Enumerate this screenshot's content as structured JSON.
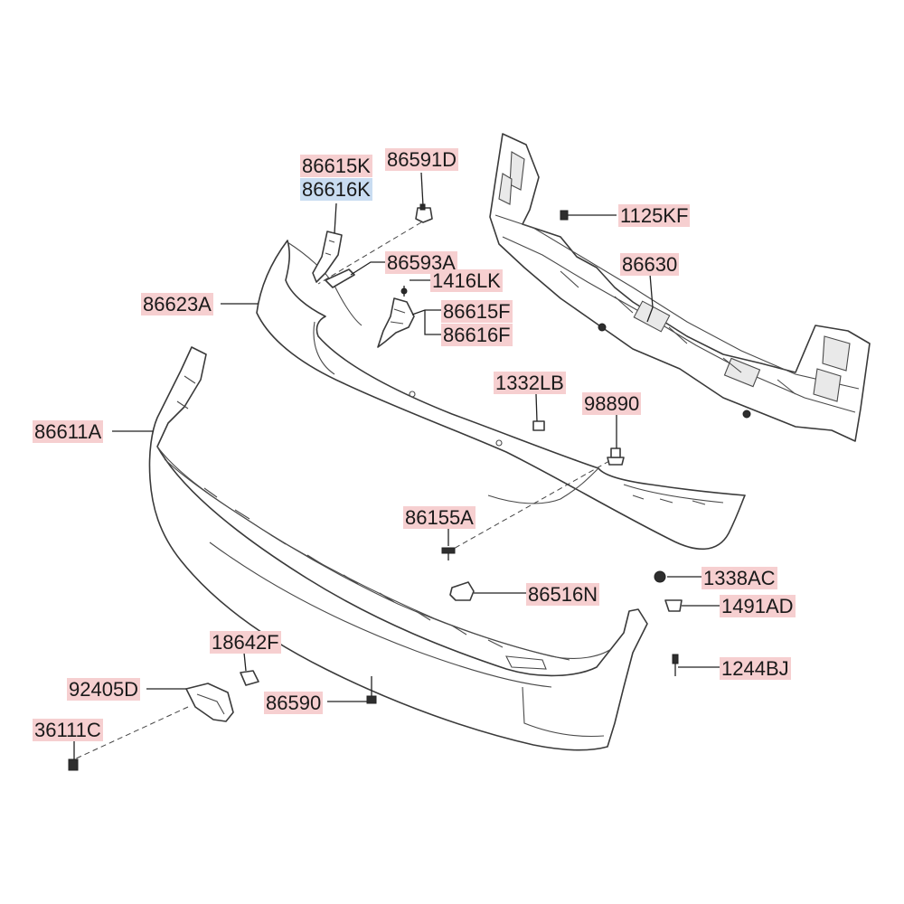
{
  "labels": {
    "p86615K": "86615K",
    "p86616K": "86616K",
    "p86591D": "86591D",
    "p1125KF": "1125KF",
    "p86593A": "86593A",
    "p1416LK": "1416LK",
    "p86623A": "86623A",
    "p86630": "86630",
    "p86615F": "86615F",
    "p86616F": "86616F",
    "p1332LB": "1332LB",
    "p98890": "98890",
    "p86611A": "86611A",
    "p86155A": "86155A",
    "p1338AC": "1338AC",
    "p86516N": "86516N",
    "p1491AD": "1491AD",
    "p18642F": "18642F",
    "p1244BJ": "1244BJ",
    "p92405D": "92405D",
    "p86590": "86590",
    "p36111C": "36111C"
  },
  "colors": {
    "label_highlight": "#f6cfd0",
    "label_highlight_alt": "#c9dcf1",
    "line": "#3a3a3a"
  }
}
